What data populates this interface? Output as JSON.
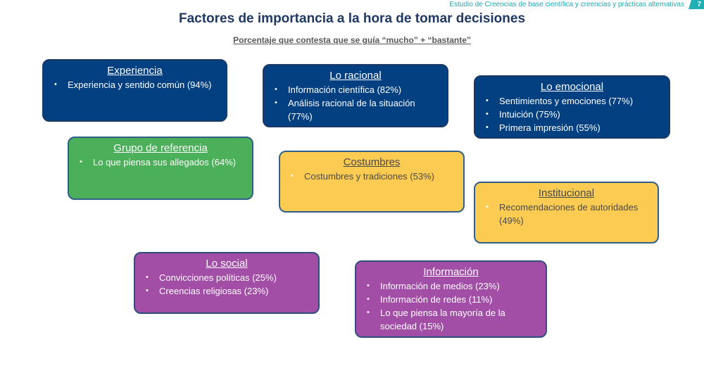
{
  "header": {
    "text": "Estudio de Creencias de base científica y creencias y prácticas alternativas",
    "page_number": "7"
  },
  "title": "Factores de importancia a la hora de tomar decisiones",
  "subtitle": "Porcentaje que contesta que se guía “mucho” + “bastante”",
  "boxes": {
    "experiencia": {
      "title": "Experiencia",
      "items": [
        "Experiencia y sentido común (94%)"
      ]
    },
    "racional": {
      "title": "Lo racional",
      "items": [
        "Información científica (82%)",
        "Análisis racional de la situación (77%)"
      ]
    },
    "emocional": {
      "title": "Lo emocional",
      "items": [
        "Sentimientos y emociones (77%)",
        "Intuición (75%)",
        "Primera impresión (55%)"
      ]
    },
    "grupo": {
      "title": "Grupo de referencia",
      "items": [
        "Lo que piensa sus allegados (64%)"
      ]
    },
    "costumbres": {
      "title": "Costumbres",
      "items": [
        "Costumbres y tradiciones (53%)"
      ]
    },
    "institucional": {
      "title": "Institucional",
      "items": [
        "Recomendaciones de autoridades (49%)"
      ]
    },
    "social": {
      "title": "Lo social",
      "items": [
        "Convicciones políticas (25%)",
        "Creencias religiosas (23%)"
      ]
    },
    "informacion": {
      "title": "Información",
      "items": [
        "Información de medios (23%)",
        "Información de redes (11%)",
        "Lo que piensa la mayoría de la sociedad (15%)"
      ]
    }
  },
  "colors": {
    "blue": "#034081",
    "green": "#4caf59",
    "yellow": "#fbcb52",
    "purple": "#a24ea6",
    "title": "#1f3864"
  }
}
